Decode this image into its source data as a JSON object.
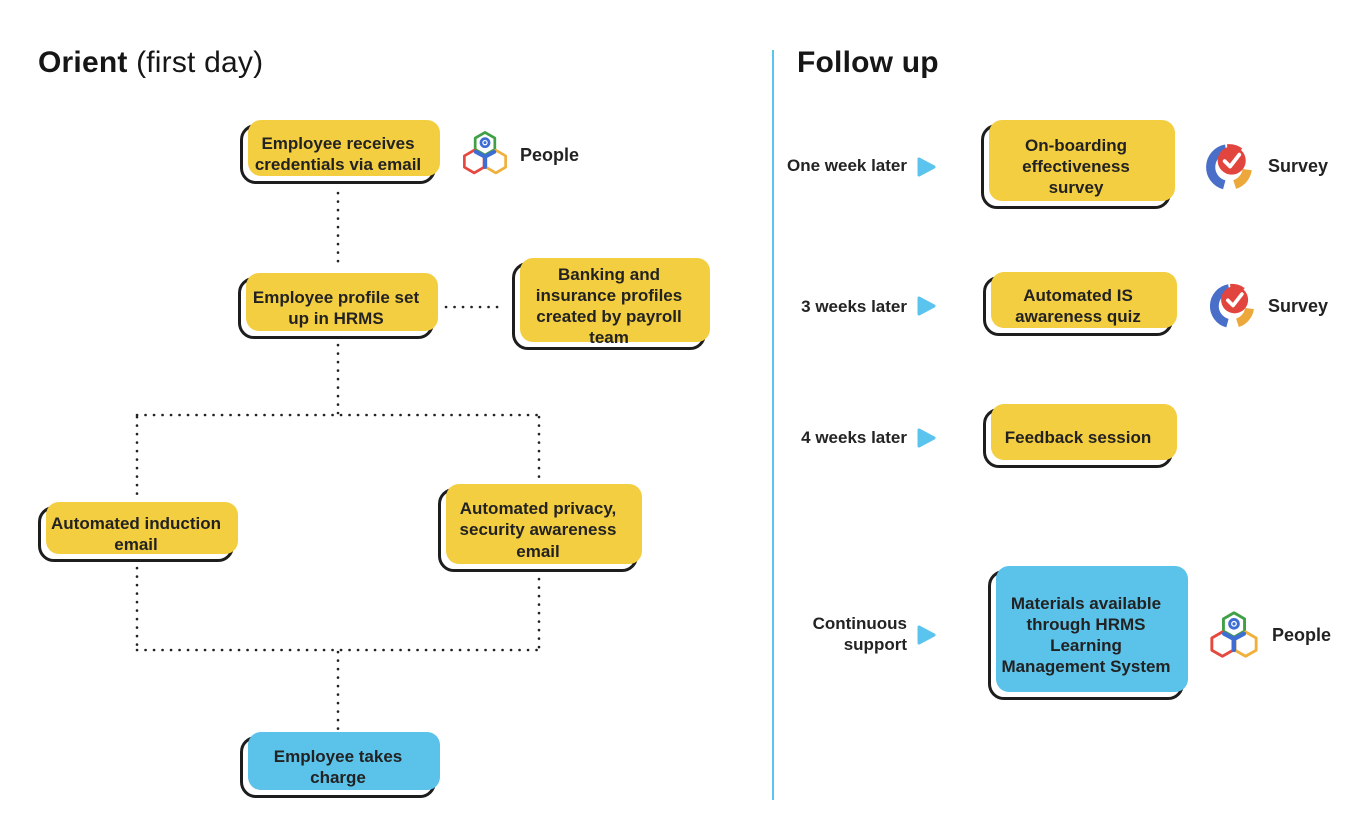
{
  "orient": {
    "title_bold": "Orient",
    "title_normal": " (first day)",
    "boxes": {
      "credentials": "Employee receives credentials via email",
      "profile": "Employee profile set up in HRMS",
      "banking": "Banking and insurance profiles created by payroll team",
      "induction": "Automated induction email",
      "privacy": "Automated privacy, security awareness email",
      "takes_charge": "Employee takes charge"
    },
    "people_label": "People"
  },
  "followup": {
    "title": "Follow up",
    "rows": [
      {
        "when": "One week later",
        "box": "On-boarding effectiveness survey",
        "icon": "survey-icon",
        "icon_label": "Survey"
      },
      {
        "when": "3 weeks later",
        "box": "Automated IS awareness quiz",
        "icon": "survey-icon",
        "icon_label": "Survey"
      },
      {
        "when": "4 weeks later",
        "box": "Feedback session",
        "icon": "",
        "icon_label": ""
      },
      {
        "when": "Continuous support",
        "box": "Materials available through HRMS Learning Management System",
        "icon": "people-icon",
        "icon_label": "People"
      }
    ]
  },
  "colors": {
    "yellow": "#F4CE41",
    "blue": "#5BC2EA",
    "accent-blue": "#5BC4EE",
    "ink": "#1D1D1D",
    "hex-green": "#3FA045",
    "hex-red": "#E5483F",
    "hex-orange": "#F0B03C",
    "person-blue": "#3E6ED3",
    "ring-blue": "#4A6FC8",
    "ring-orange": "#EDA83C",
    "ring-red": "#E2453D"
  }
}
